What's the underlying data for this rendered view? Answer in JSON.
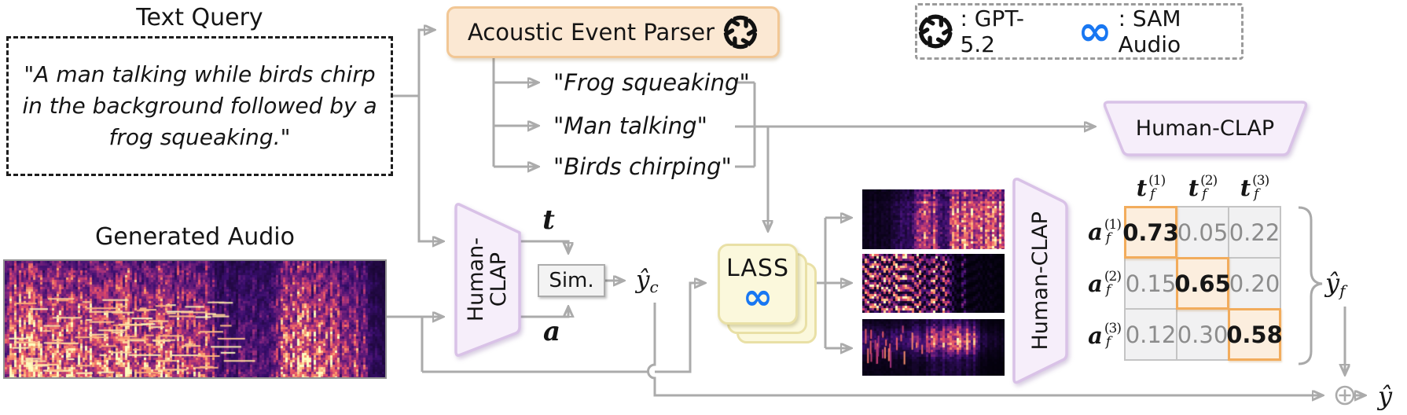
{
  "query": {
    "title": "Text Query",
    "text": "\"A man talking while birds chirp in the background followed by a frog squeaking.\""
  },
  "parser": {
    "label": "Acoustic Event Parser",
    "icon": "gpt-knot"
  },
  "events": [
    {
      "text": "\"Frog squeaking\""
    },
    {
      "text": "\"Man talking\""
    },
    {
      "text": "\"Birds chirping\""
    }
  ],
  "legend": {
    "gpt_icon": "gpt-knot",
    "gpt_label": ": GPT-5.2",
    "sam_icon": "infinity",
    "sam_label": ": SAM Audio"
  },
  "audio": {
    "title": "Generated Audio"
  },
  "clap_left": {
    "line1": "Human-",
    "line2": "CLAP"
  },
  "clap_top": {
    "label": "Human-CLAP"
  },
  "clap_right": {
    "label": "Human-CLAP"
  },
  "sim": {
    "label": "Sim."
  },
  "lass": {
    "label": "LASS",
    "icon": "infinity"
  },
  "math": {
    "t": "t",
    "a": "a",
    "y_hat": "ŷ",
    "sub_c": "c",
    "sub_f": "f"
  },
  "matrix": {
    "cols": [
      {
        "base": "t",
        "sup": "(1)",
        "sub": "f"
      },
      {
        "base": "t",
        "sup": "(2)",
        "sub": "f"
      },
      {
        "base": "t",
        "sup": "(3)",
        "sub": "f"
      }
    ],
    "rows": [
      {
        "base": "a",
        "sup": "(1)",
        "sub": "f"
      },
      {
        "base": "a",
        "sup": "(2)",
        "sub": "f"
      },
      {
        "base": "a",
        "sup": "(3)",
        "sub": "f"
      }
    ],
    "values": [
      [
        "0.73",
        "0.05",
        "0.22"
      ],
      [
        "0.15",
        "0.65",
        "0.20"
      ],
      [
        "0.12",
        "0.30",
        "0.58"
      ]
    ],
    "highlight_diagonal": true
  },
  "colors": {
    "wire_gray": "#ABABAB",
    "parser_fill": "#FBE8D3",
    "parser_border": "#F2C795",
    "clap_fill": "#F6EEFA",
    "clap_border": "#D9C2E7",
    "lass_fill": "#FBF8DC",
    "lass_border": "#E9E0A6",
    "matrix_highlight_border": "#F2AC5C",
    "matrix_highlight_fill": "#FCEEDE",
    "meta_blue": "#1877F2"
  }
}
